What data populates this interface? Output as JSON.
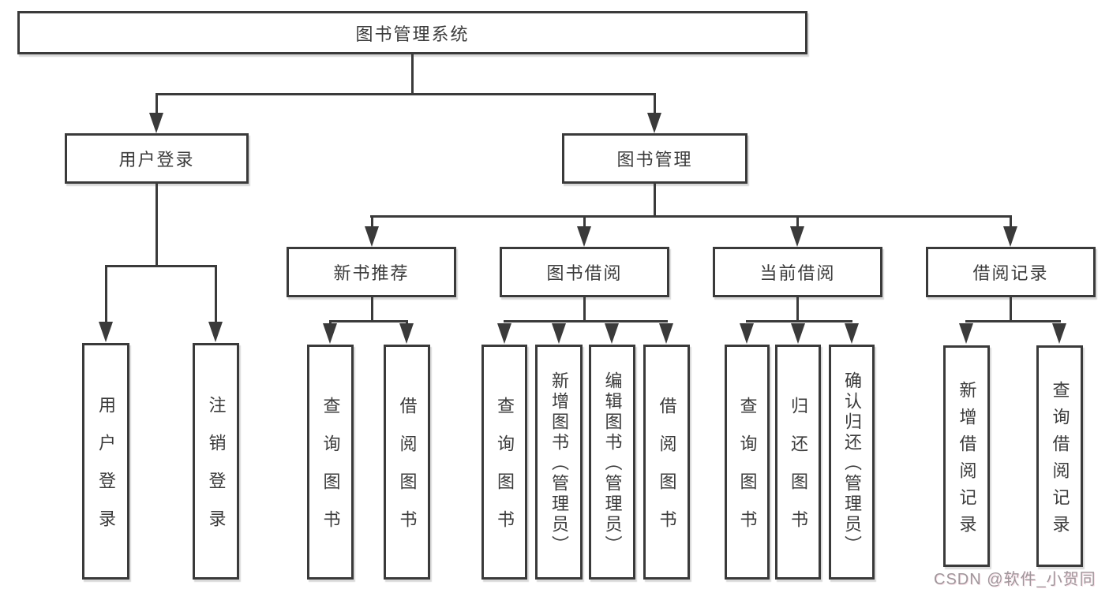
{
  "diagram": {
    "root": {
      "label": "图书管理系统"
    },
    "level2": [
      {
        "label": "用户登录"
      },
      {
        "label": "图书管理"
      }
    ],
    "level3": [
      {
        "label": "新书推荐"
      },
      {
        "label": "图书借阅"
      },
      {
        "label": "当前借阅"
      },
      {
        "label": "借阅记录"
      }
    ],
    "leaves": {
      "user": [
        "用户登录",
        "注销登录"
      ],
      "recommend": [
        "查询图书",
        "借阅图书"
      ],
      "borrow": [
        "查询图书",
        "新增图书（管理员）",
        "编辑图书（管理员）",
        "借阅图书"
      ],
      "current": [
        "查询图书",
        "归还图书",
        "确认归还（管理员）"
      ],
      "records": [
        "新增借阅记录",
        "查询借阅记录"
      ]
    }
  },
  "watermark": {
    "text": "CSDN @软件_小贺同学"
  },
  "colors": {
    "line": "#3a3a3a",
    "text": "#3b3b3b",
    "watermark": "#9f979b",
    "background": "#ffffff"
  }
}
